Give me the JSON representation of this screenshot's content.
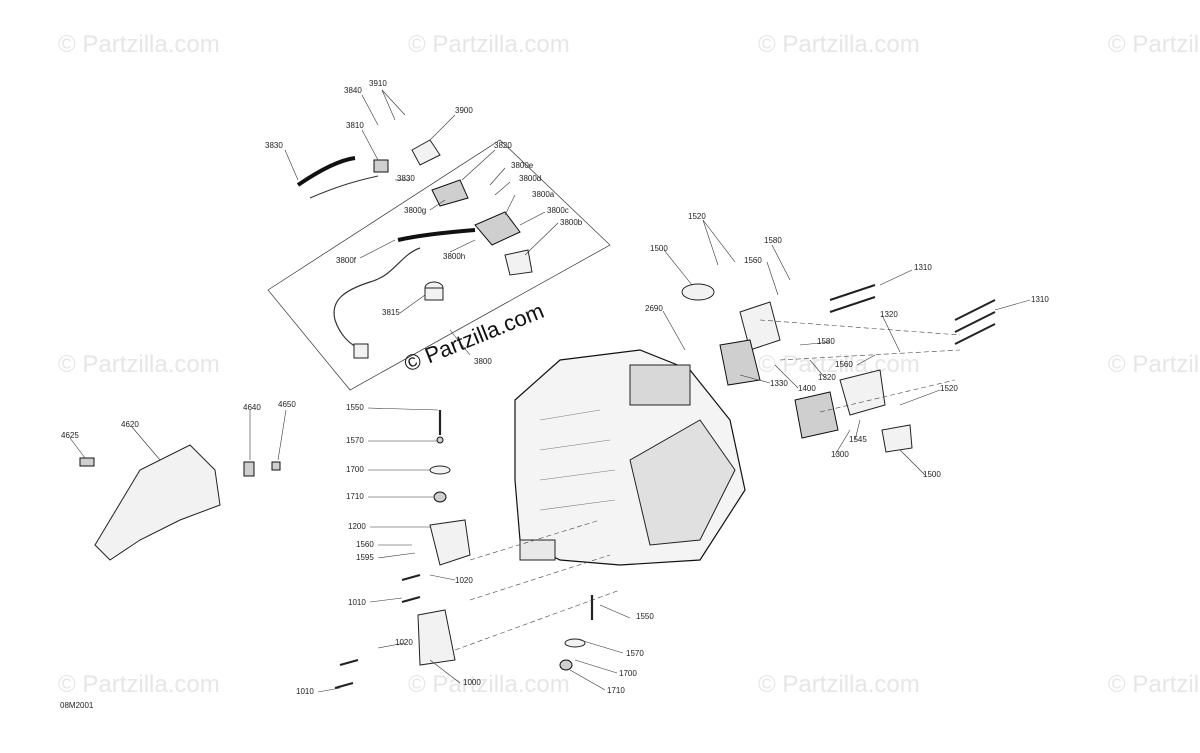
{
  "watermark": {
    "text": "© Partzilla.com",
    "center_text": "© Partzilla.com"
  },
  "diagram_code": "08M2001",
  "callouts": [
    {
      "id": "c3910",
      "label": "3910"
    },
    {
      "id": "c3840",
      "label": "3840"
    },
    {
      "id": "c3900",
      "label": "3900"
    },
    {
      "id": "c3810",
      "label": "3810"
    },
    {
      "id": "c3830a",
      "label": "3830"
    },
    {
      "id": "c3820",
      "label": "3820"
    },
    {
      "id": "c3800e",
      "label": "3800e"
    },
    {
      "id": "c3830b",
      "label": "3830"
    },
    {
      "id": "c3800d",
      "label": "3800d"
    },
    {
      "id": "c3800a",
      "label": "3800a"
    },
    {
      "id": "c3800g",
      "label": "3800g"
    },
    {
      "id": "c3800c",
      "label": "3800c"
    },
    {
      "id": "c3800b",
      "label": "3800b"
    },
    {
      "id": "c3800h",
      "label": "3800h"
    },
    {
      "id": "c3800f",
      "label": "3800f"
    },
    {
      "id": "c3815",
      "label": "3815"
    },
    {
      "id": "c3800",
      "label": "3800"
    },
    {
      "id": "c1520a",
      "label": "1520"
    },
    {
      "id": "c1580a",
      "label": "1580"
    },
    {
      "id": "c1500a",
      "label": "1500"
    },
    {
      "id": "c1560a",
      "label": "1560"
    },
    {
      "id": "c1310a",
      "label": "1310"
    },
    {
      "id": "c1310b",
      "label": "1310"
    },
    {
      "id": "c2690",
      "label": "2690"
    },
    {
      "id": "c1320a",
      "label": "1320"
    },
    {
      "id": "c1580b",
      "label": "1580"
    },
    {
      "id": "c1560b",
      "label": "1560"
    },
    {
      "id": "c1320b",
      "label": "1320"
    },
    {
      "id": "c1330",
      "label": "1330"
    },
    {
      "id": "c1400",
      "label": "1400"
    },
    {
      "id": "c1520b",
      "label": "1520"
    },
    {
      "id": "c1545",
      "label": "1545"
    },
    {
      "id": "c1300",
      "label": "1300"
    },
    {
      "id": "c1500b",
      "label": "1500"
    },
    {
      "id": "c4640",
      "label": "4640"
    },
    {
      "id": "c4650",
      "label": "4650"
    },
    {
      "id": "c4620",
      "label": "4620"
    },
    {
      "id": "c4625",
      "label": "4625"
    },
    {
      "id": "c1550a",
      "label": "1550"
    },
    {
      "id": "c1570a",
      "label": "1570"
    },
    {
      "id": "c1700a",
      "label": "1700"
    },
    {
      "id": "c1710a",
      "label": "1710"
    },
    {
      "id": "c1200",
      "label": "1200"
    },
    {
      "id": "c1560c",
      "label": "1560"
    },
    {
      "id": "c1595",
      "label": "1595"
    },
    {
      "id": "c1020a",
      "label": "1020"
    },
    {
      "id": "c1010a",
      "label": "1010"
    },
    {
      "id": "c1550b",
      "label": "1550"
    },
    {
      "id": "c1570b",
      "label": "1570"
    },
    {
      "id": "c1020b",
      "label": "1020"
    },
    {
      "id": "c1700b",
      "label": "1700"
    },
    {
      "id": "c1000",
      "label": "1000"
    },
    {
      "id": "c1710b",
      "label": "1710"
    },
    {
      "id": "c1010b",
      "label": "1010"
    }
  ]
}
